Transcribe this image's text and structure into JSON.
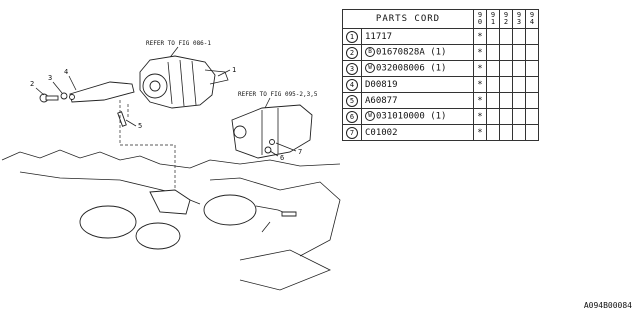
{
  "diagram": {
    "callouts": [
      "1",
      "2",
      "3",
      "4",
      "5",
      "6",
      "7"
    ],
    "refer_alternator": "REFER TO FIG 086-1",
    "refer_steering": "REFER TO FIG 095-2,3,5"
  },
  "table": {
    "header": "PARTS CORD",
    "years": [
      {
        "top": "9",
        "bottom": "0"
      },
      {
        "top": "9",
        "bottom": "1"
      },
      {
        "top": "9",
        "bottom": "2"
      },
      {
        "top": "9",
        "bottom": "3"
      },
      {
        "top": "9",
        "bottom": "4"
      }
    ],
    "rows": [
      {
        "index": "1",
        "prefix": "",
        "code": "11717",
        "qty": "",
        "marks": [
          "*",
          "",
          "",
          "",
          ""
        ]
      },
      {
        "index": "2",
        "prefix": "B",
        "code": "01670828A",
        "qty": "(1)",
        "marks": [
          "*",
          "",
          "",
          "",
          ""
        ]
      },
      {
        "index": "3",
        "prefix": "W",
        "code": "032008006",
        "qty": "(1)",
        "marks": [
          "*",
          "",
          "",
          "",
          ""
        ]
      },
      {
        "index": "4",
        "prefix": "",
        "code": "D00819",
        "qty": "",
        "marks": [
          "*",
          "",
          "",
          "",
          ""
        ]
      },
      {
        "index": "5",
        "prefix": "",
        "code": "A60877",
        "qty": "",
        "marks": [
          "*",
          "",
          "",
          "",
          ""
        ]
      },
      {
        "index": "6",
        "prefix": "W",
        "code": "031010000",
        "qty": "(1)",
        "marks": [
          "*",
          "",
          "",
          "",
          ""
        ]
      },
      {
        "index": "7",
        "prefix": "",
        "code": "C01002",
        "qty": "",
        "marks": [
          "*",
          "",
          "",
          "",
          ""
        ]
      }
    ]
  },
  "doc_id": "A094B00084"
}
